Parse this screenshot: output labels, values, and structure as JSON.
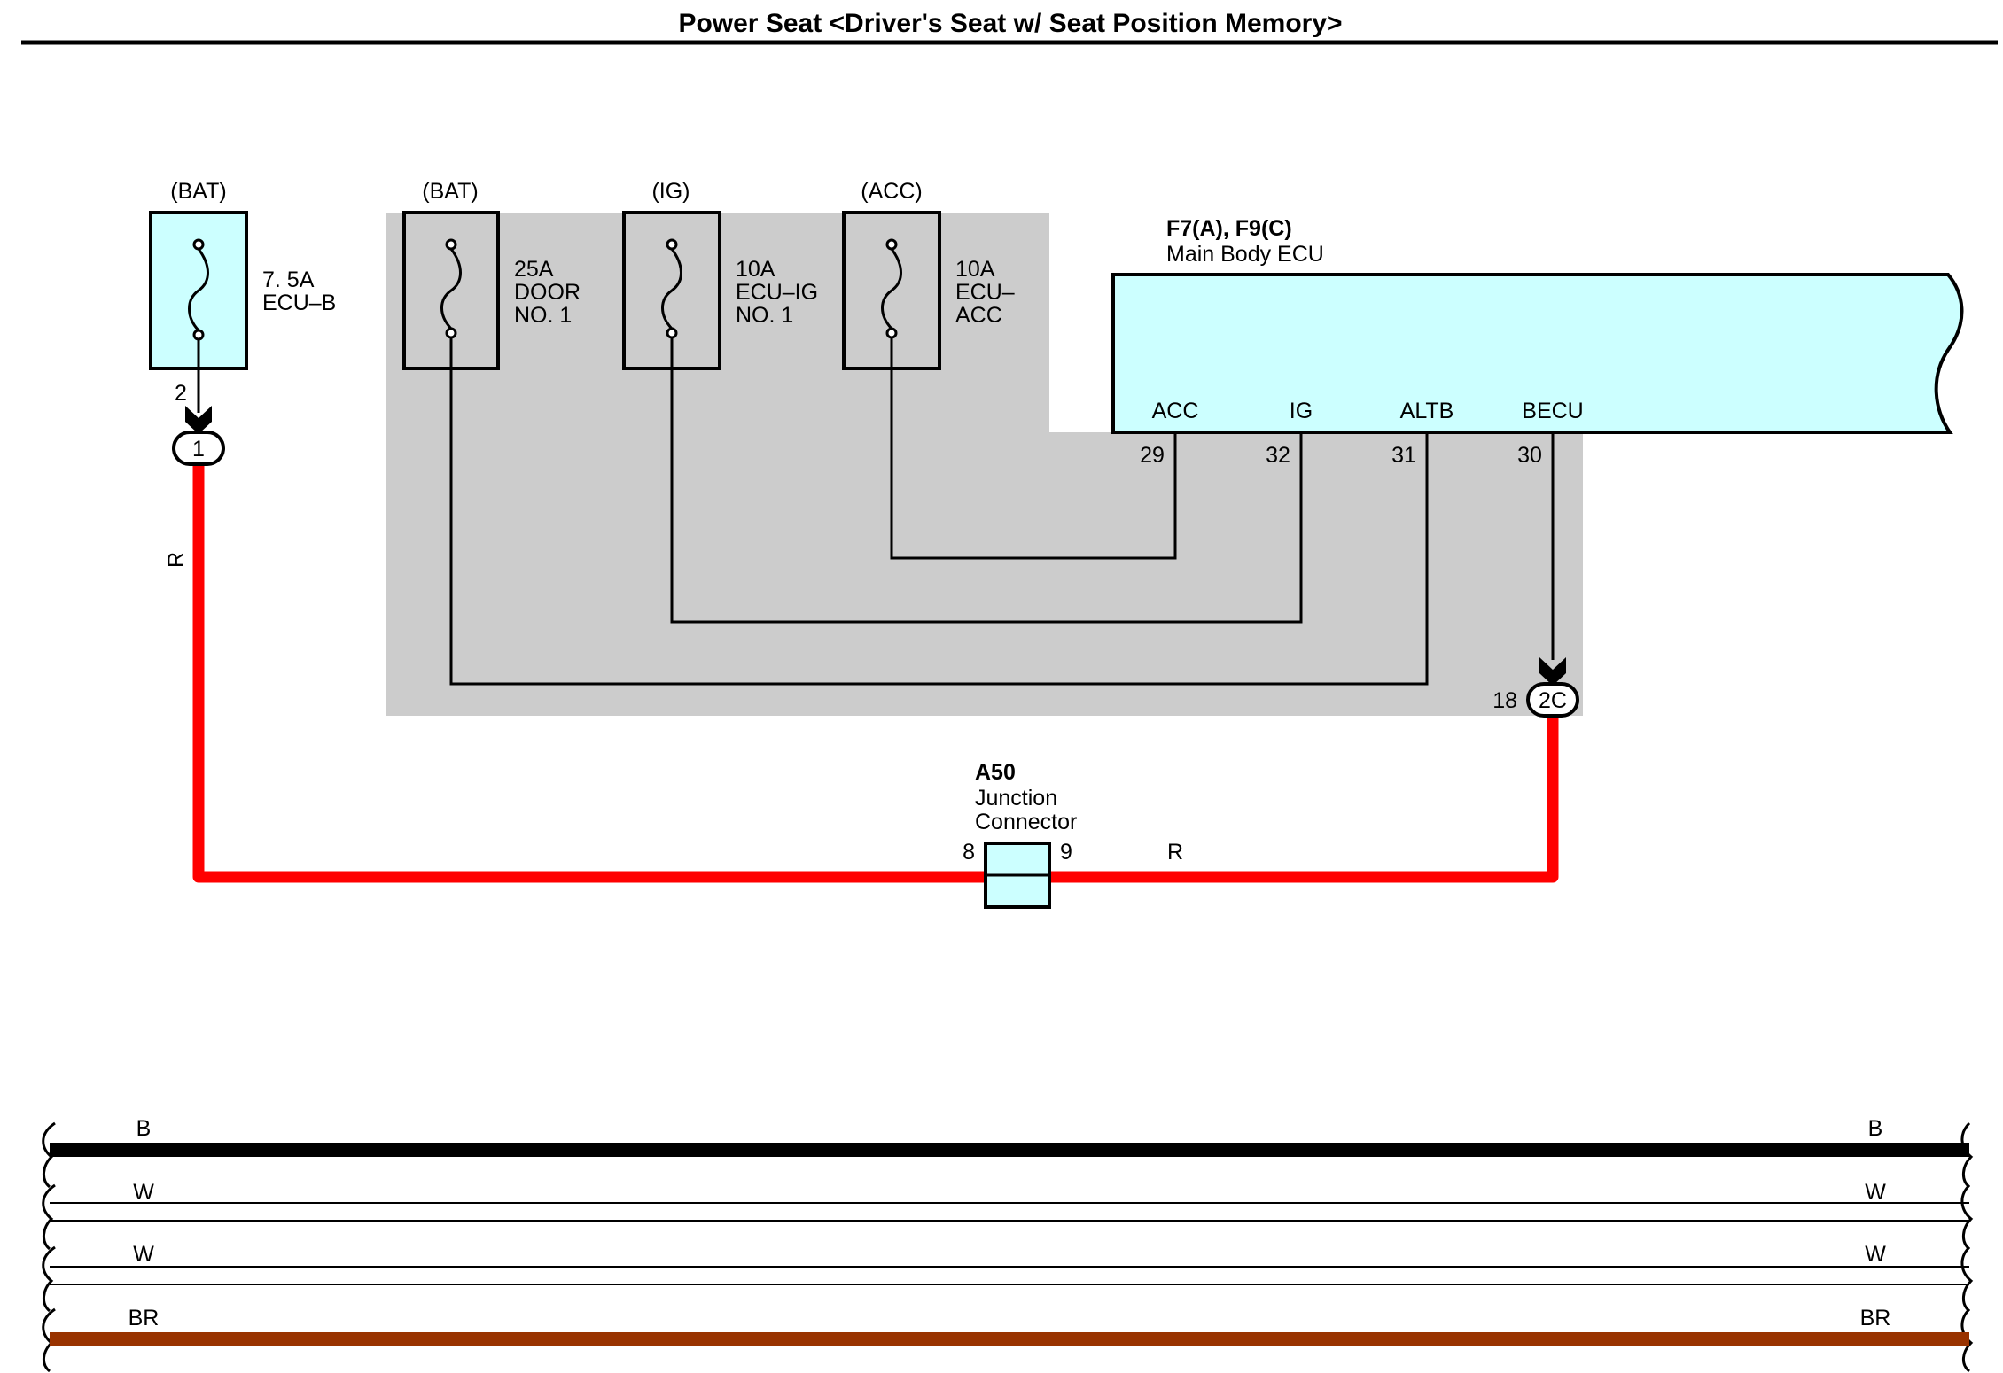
{
  "title": "Power Seat <Driver's Seat w/ Seat Position Memory>",
  "colors": {
    "fuse_fill": "#ccffff",
    "junction_block": "#cccccc",
    "wire_red": "#ff0000",
    "wire_black": "#000000",
    "wire_brown": "#993300"
  },
  "fuses": [
    {
      "source": "(BAT)",
      "lines": [
        "7. 5A",
        "ECU–B"
      ]
    },
    {
      "source": "(BAT)",
      "lines": [
        "25A",
        "DOOR",
        "NO. 1"
      ]
    },
    {
      "source": "(IG)",
      "lines": [
        "10A",
        "ECU–IG",
        "NO. 1"
      ]
    },
    {
      "source": "(ACC)",
      "lines": [
        "10A",
        "ECU–",
        "ACC"
      ]
    }
  ],
  "fuse1_pin": "2",
  "connector1_pin": "1",
  "wire_r_left": "R",
  "ecu": {
    "code": "F7(A), F9(C)",
    "name": "Main Body ECU",
    "terminals": [
      {
        "name": "ACC",
        "pin": "29"
      },
      {
        "name": "IG",
        "pin": "32"
      },
      {
        "name": "ALTB",
        "pin": "31"
      },
      {
        "name": "BECU",
        "pin": "30"
      }
    ]
  },
  "connector2": {
    "pin": "18",
    "label": "2C"
  },
  "junction": {
    "code": "A50",
    "name_lines": [
      "Junction",
      "Connector"
    ],
    "pin_left": "8",
    "pin_right": "9"
  },
  "wire_r_right": "R",
  "harness": [
    {
      "left": "B",
      "right": "B"
    },
    {
      "left": "W",
      "right": "W"
    },
    {
      "left": "W",
      "right": "W"
    },
    {
      "left": "BR",
      "right": "BR"
    }
  ]
}
